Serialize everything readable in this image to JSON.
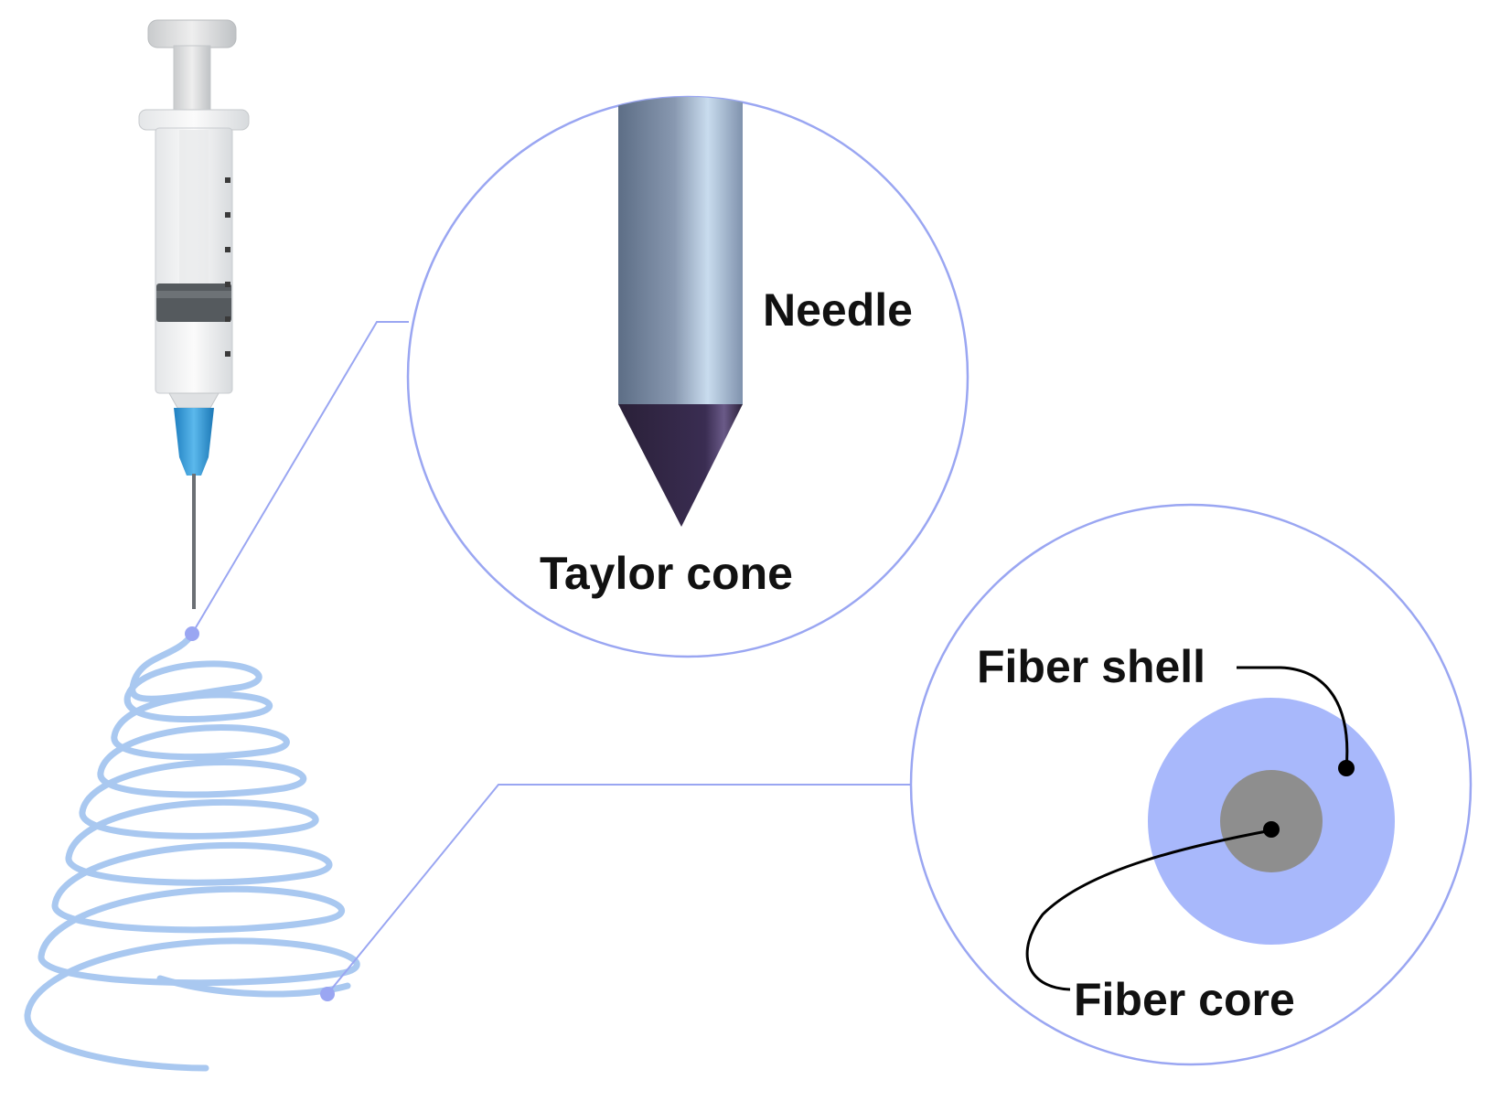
{
  "labels": {
    "needle": "Needle",
    "taylor_cone": "Taylor cone",
    "fiber_shell": "Fiber shell",
    "fiber_core": "Fiber core"
  },
  "colors": {
    "zoom_circle": "#9aa6f2",
    "fiber_jet": "#a9c8f0",
    "shell": "#a8b8fb",
    "core": "#8e8e8e",
    "cone": "#2f2540",
    "needle_steel": "#8898b0",
    "hub": "#2f9bd8"
  }
}
